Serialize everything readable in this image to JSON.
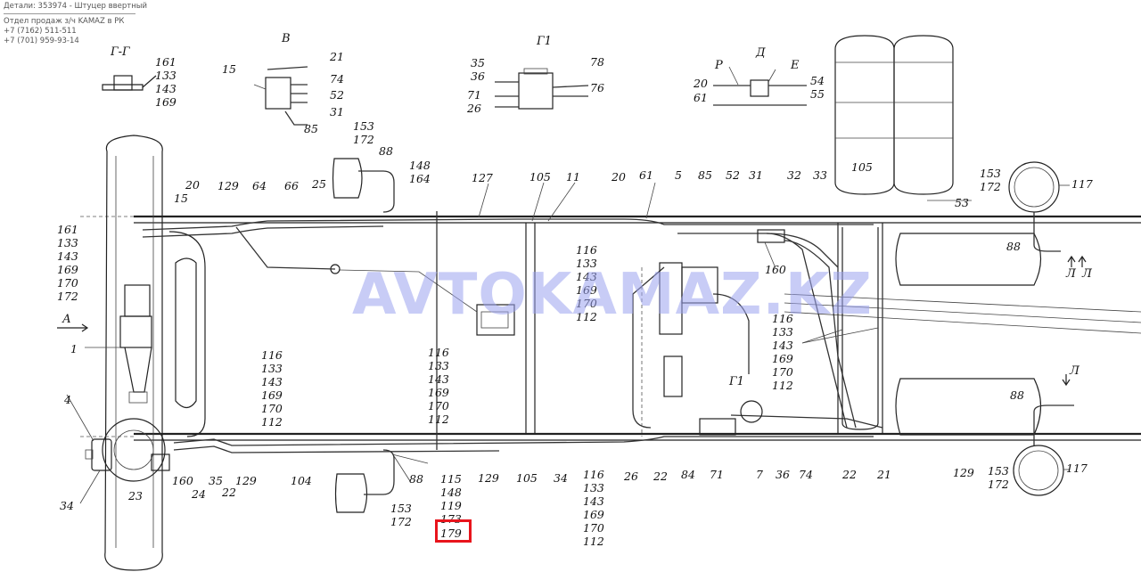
{
  "header": {
    "part_line": "Детали: 353974 - Штуцер ввертный",
    "dealer_line": "Отдел продаж з/ч KAMAZ в РК",
    "phone1": "+7 (7162) 511-511",
    "phone2": "+7 (701) 959-93-14"
  },
  "watermark": "AVTOKAMAZ.KZ",
  "view_titles": {
    "gg": "Г-Г",
    "v": "В",
    "g1": "Г1",
    "d": "Д",
    "g1_main": "Г1",
    "arrow_a": "А",
    "l1": "Л",
    "l2": "Л",
    "l3": "Л",
    "p": "Р",
    "e": "Е"
  },
  "callouts": {
    "gg_stack": [
      "161",
      "133",
      "143",
      "169"
    ],
    "v_15": "15",
    "v_21": "21",
    "v_74": "74",
    "v_52": "52",
    "v_31": "31",
    "v_85": "85",
    "g1_35": "35",
    "g1_36": "36",
    "g1_71": "71",
    "g1_26": "26",
    "g1_78": "78",
    "g1_76": "76",
    "d_20": "20",
    "d_61": "61",
    "d_54": "54",
    "d_55": "55",
    "left_stack": [
      "161",
      "133",
      "143",
      "169",
      "170",
      "172"
    ],
    "c_20a": "20",
    "c_15": "15",
    "c_129a": "129",
    "c_64": "64",
    "c_66": "66",
    "c_25": "25",
    "c_153a": "153",
    "c_172a": "172",
    "c_88a": "88",
    "c_148a": "148",
    "c_164a": "164",
    "c_127": "127",
    "c_105a": "105",
    "c_11": "11",
    "c_20b": "20",
    "c_61": "61",
    "c_5": "5",
    "c_85": "85",
    "c_52": "52",
    "c_31": "31",
    "c_32": "32",
    "c_33": "33",
    "c_105b": "105",
    "c_53": "53",
    "c_153b": "153",
    "c_172b": "172",
    "c_117a": "117",
    "c_88b": "88",
    "stack_mid_a": [
      "116",
      "133",
      "143",
      "169",
      "170",
      "112"
    ],
    "stack_64": [
      "116",
      "133",
      "143",
      "169",
      "170",
      "112"
    ],
    "stack_center": [
      "116",
      "133",
      "143",
      "169",
      "170",
      "112"
    ],
    "c_160a": "160",
    "stack_right": [
      "116",
      "133",
      "143",
      "169",
      "170",
      "112"
    ],
    "c_1": "1",
    "c_4": "4",
    "c_34a": "34",
    "c_23": "23",
    "c_160b": "160",
    "c_24": "24",
    "c_35": "35",
    "c_22a": "22",
    "c_129b": "129",
    "c_104": "104",
    "c_88c": "88",
    "c_153c": "153",
    "c_172c": "172",
    "stack_115": [
      "115",
      "148",
      "119",
      "173"
    ],
    "highlighted": "179",
    "c_129c": "129",
    "c_105c": "105",
    "c_34b": "34",
    "stack_bottom": [
      "116",
      "133",
      "143",
      "169",
      "170",
      "112"
    ],
    "c_26": "26",
    "c_22b": "22",
    "c_84": "84",
    "c_71": "71",
    "c_7": "7",
    "c_36": "36",
    "c_74": "74",
    "c_22c": "22",
    "c_21": "21",
    "c_129d": "129",
    "c_88d": "88",
    "c_153d": "153",
    "c_172d": "172",
    "c_117b": "117"
  }
}
